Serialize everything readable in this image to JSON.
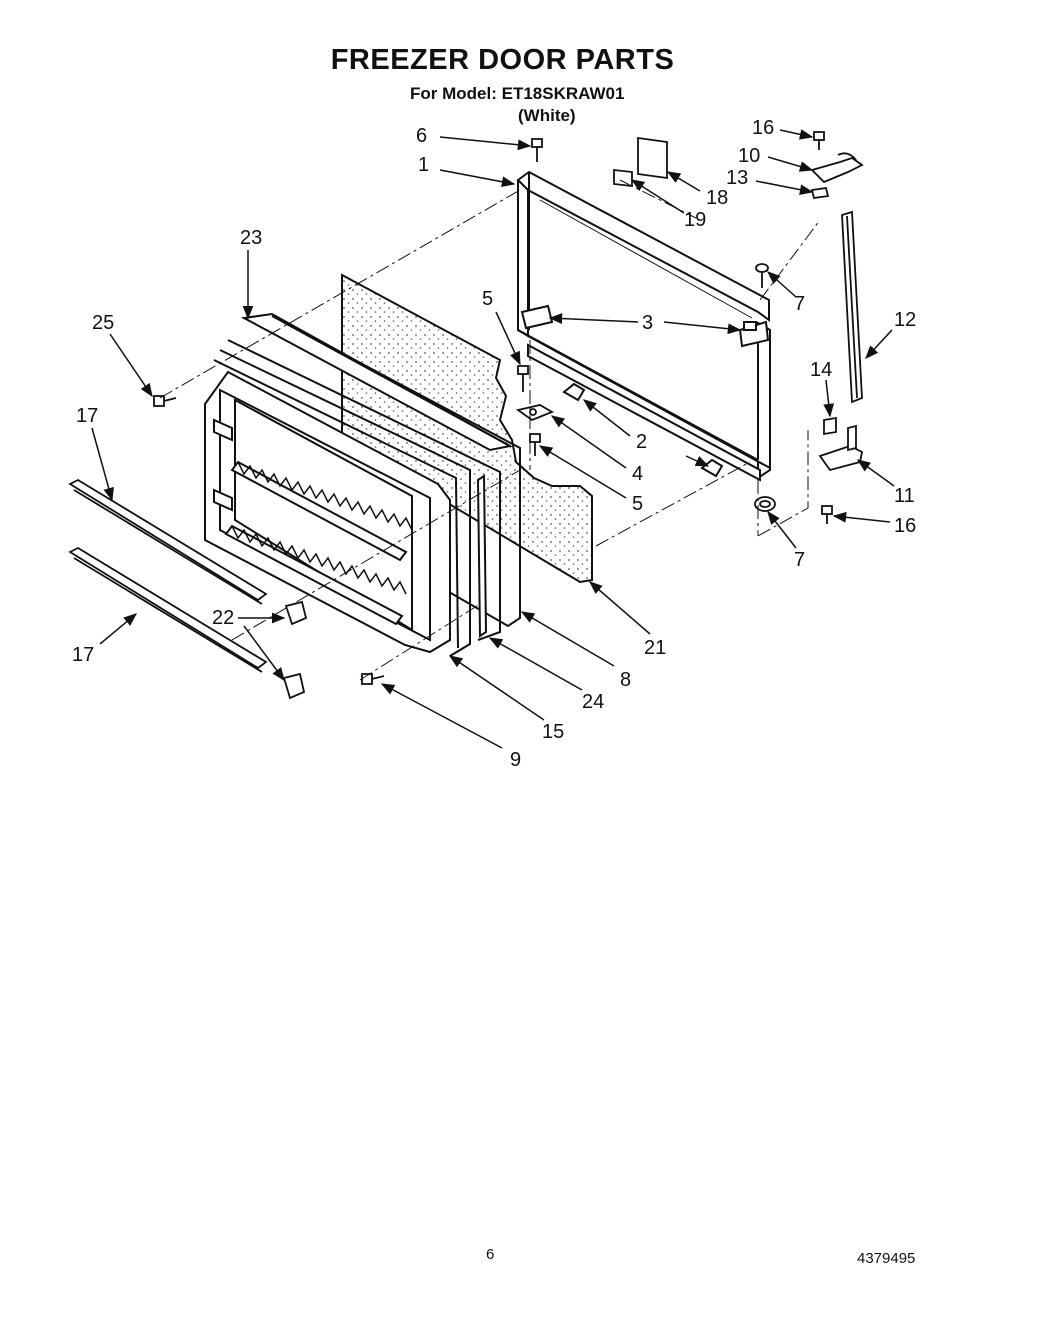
{
  "header": {
    "title": "FREEZER DOOR PARTS",
    "model_line": "For Model: ET18SKRAW01",
    "variant": "(White)"
  },
  "callouts": [
    "1",
    "2",
    "3",
    "4",
    "5",
    "5",
    "6",
    "7",
    "7",
    "8",
    "9",
    "10",
    "11",
    "12",
    "13",
    "14",
    "15",
    "16",
    "16",
    "17",
    "17",
    "18",
    "19",
    "21",
    "22",
    "23",
    "24",
    "25"
  ],
  "footer": {
    "page_number": "6",
    "doc_number": "4379495"
  },
  "colors": {
    "line": "#111111",
    "paper": "#ffffff",
    "stipple": "#555555"
  }
}
